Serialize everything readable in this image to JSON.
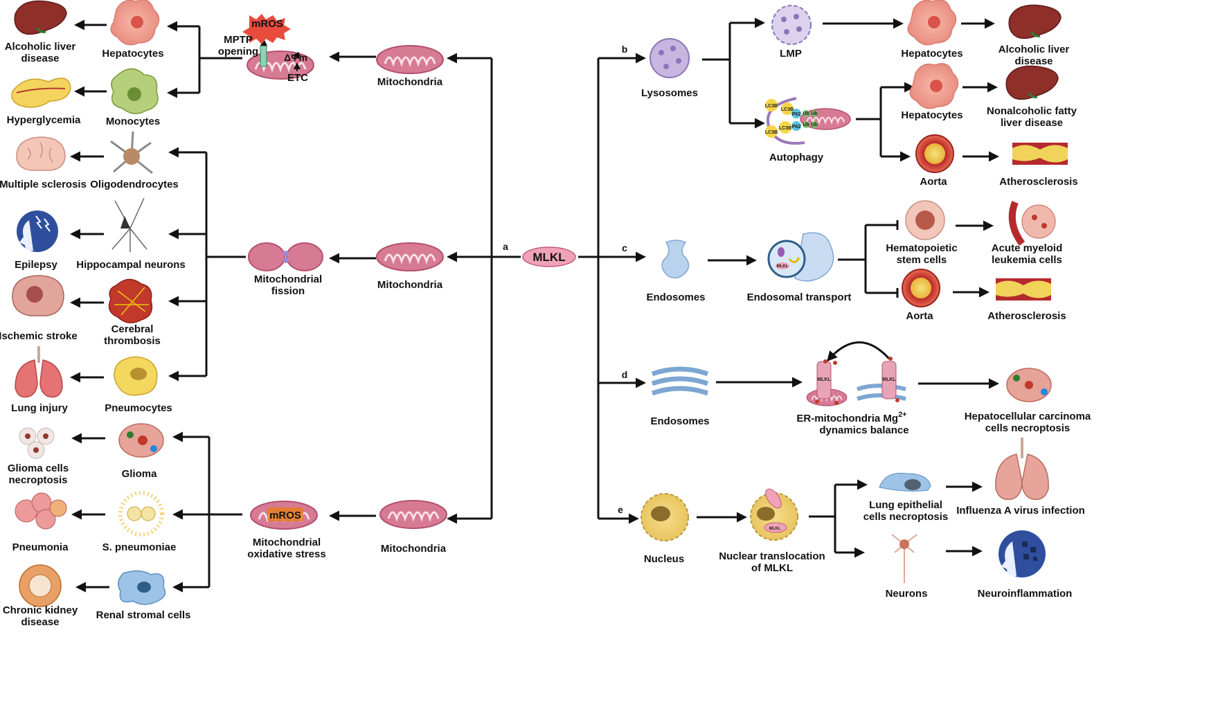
{
  "center": {
    "label": "MLKL"
  },
  "panels": {
    "a": "a",
    "b": "b",
    "c": "c",
    "d": "d",
    "e": "e"
  },
  "left": {
    "top": {
      "mito": "Mitochondria",
      "mptp_line1": "MPTP",
      "mptp_line2": "opening",
      "mros": "mROS",
      "delta": "ΔΨm",
      "etc": "ETC",
      "cells": [
        {
          "name": "Hepatocytes",
          "disease": [
            "Alcoholic liver",
            "disease"
          ]
        },
        {
          "name": "Monocytes",
          "disease": [
            "Hyperglycemia"
          ]
        }
      ]
    },
    "mid": {
      "mito": "Mitochondria",
      "fission": [
        "Mitochondrial",
        "fission"
      ],
      "cells": [
        {
          "name": [
            "Oligodendrocytes"
          ],
          "disease": [
            "Multiple sclerosis"
          ]
        },
        {
          "name": [
            "Hippocampal neurons"
          ],
          "disease": [
            "Epilepsy"
          ]
        },
        {
          "name": [
            "Cerebral",
            "thrombosis"
          ],
          "disease": [
            "Ischemic stroke"
          ]
        },
        {
          "name": [
            "Pneumocytes"
          ],
          "disease": [
            "Lung injury"
          ]
        }
      ]
    },
    "bot": {
      "mito": "Mitochondria",
      "mros": "mROS",
      "stress": [
        "Mitochondrial",
        "oxidative stress"
      ],
      "cells": [
        {
          "name": [
            "Glioma"
          ],
          "disease": [
            "Glioma cells",
            "necroptosis"
          ]
        },
        {
          "name": [
            "S. pneumoniae"
          ],
          "disease": [
            "Pneumonia"
          ]
        },
        {
          "name": [
            "Renal stromal cells"
          ],
          "disease": [
            "Chronic kidney",
            "disease"
          ]
        }
      ]
    }
  },
  "right": {
    "b": {
      "organelle": "Lysosomes",
      "lmp": "LMP",
      "autophagy": "Autophagy",
      "lc3b": "LC3B",
      "p62": "P62",
      "ub": "Ub",
      "hep1": "Hepatocytes",
      "d1": [
        "Alcoholic liver",
        "disease"
      ],
      "hep2": "Hepatocytes",
      "d2": [
        "Nonalcoholic fatty",
        "liver disease"
      ],
      "aorta": "Aorta",
      "d3": [
        "Atherosclerosis"
      ]
    },
    "c": {
      "organelle": "Endosomes",
      "transport": "Endosomal transport",
      "mlkl_tag": "MLKL",
      "hsc": [
        "Hematopoietic",
        "stem cells"
      ],
      "d1": [
        "Acute myeloid",
        "leukemia cells"
      ],
      "aorta": "Aorta",
      "d2": [
        "Atherosclerosis"
      ]
    },
    "d": {
      "organelle": "Endosomes",
      "balance_l1": "ER-mitochondria Mg",
      "balance_sup": "2+",
      "balance_l2": "dynamics balance",
      "mlkl_tag": "MLKL",
      "d1": [
        "Hepatocellular carcinoma",
        "cells necroptosis"
      ]
    },
    "e": {
      "organelle": "Nucleus",
      "translocation": [
        "Nuclear translocation",
        "of MLKL"
      ],
      "mlkl_tag": "MLKL",
      "lung": [
        "Lung epithelial",
        "cells necroptosis"
      ],
      "d1": [
        "Influenza A virus infection"
      ],
      "neurons": "Neurons",
      "d2": [
        "Neuroinflammation"
      ]
    }
  }
}
